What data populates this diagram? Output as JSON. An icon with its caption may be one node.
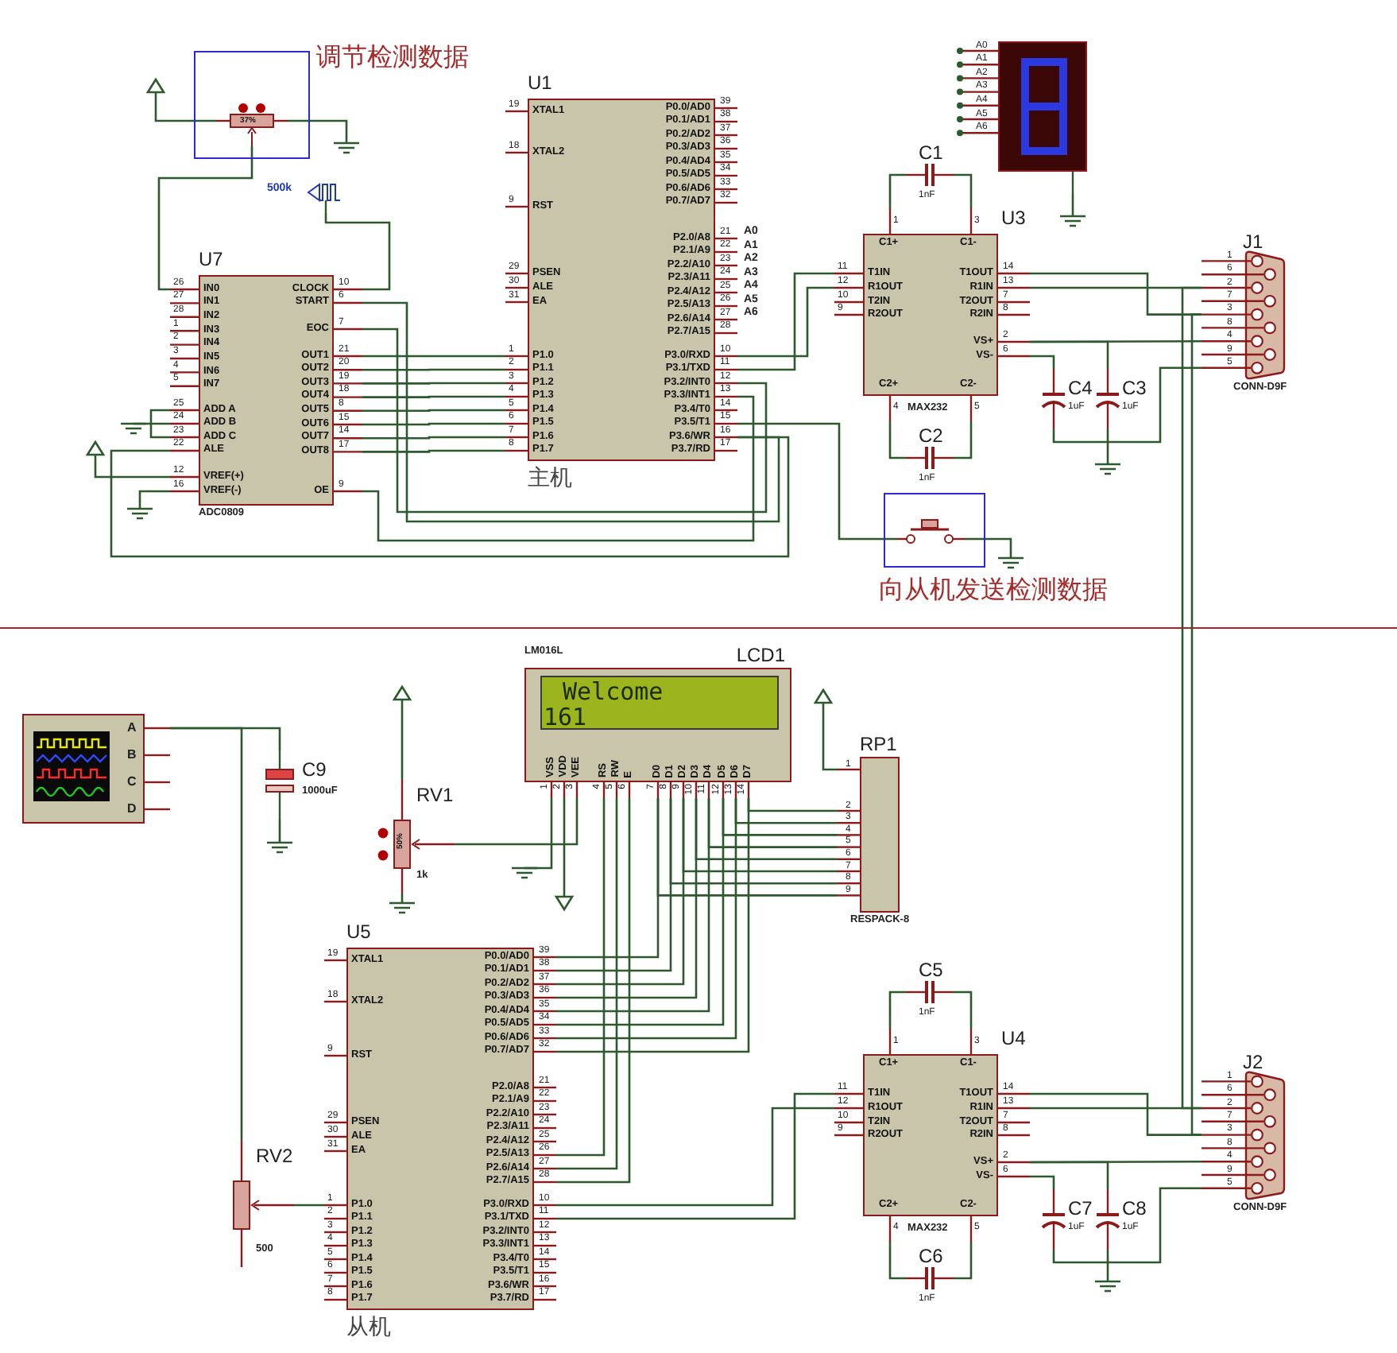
{
  "diagram": {
    "nodes": [
      {
        "text": [
          "调节检测数据"
        ]
      },
      {
        "text": [
          "37%"
        ],
        "in": 0
      },
      {
        "text": [
          "500k"
        ]
      },
      {
        "text": [
          "U7",
          "IN0",
          "IN1",
          "IN2",
          "IN3",
          "IN4",
          "IN5",
          "IN6",
          "IN7",
          "ADD A",
          "ADD B",
          "ADD C",
          "ALE",
          "VREF(+)",
          "VREF(-)",
          "CLOCK",
          "START",
          "EOC",
          "OUT1",
          "OUT2",
          "OUT3",
          "OUT4",
          "OUT5",
          "OUT6",
          "OUT7",
          "OUT8",
          "OE",
          "ADC0809",
          "26",
          "27",
          "28",
          "1",
          "2",
          "3",
          "4",
          "5",
          "25",
          "24",
          "23",
          "22",
          "12",
          "16",
          "10",
          "6",
          "7",
          "21",
          "20",
          "19",
          "18",
          "8",
          "15",
          "14",
          "17",
          "9"
        ]
      },
      {
        "text": [
          "U1",
          "XTAL1",
          "XTAL2",
          "RST",
          "PSEN",
          "ALE",
          "EA",
          "P1.0",
          "P1.1",
          "P1.2",
          "P1.3",
          "P1.4",
          "P1.5",
          "P1.6",
          "P1.7",
          "P0.0/AD0",
          "P0.1/AD1",
          "P0.2/AD2",
          "P0.3/AD3",
          "P0.4/AD4",
          "P0.5/AD5",
          "P0.6/AD6",
          "P0.7/AD7",
          "P2.0/A8",
          "P2.1/A9",
          "P2.2/A10",
          "P2.3/A11",
          "P2.4/A12",
          "P2.5/A13",
          "P2.6/A14",
          "P2.7/A15",
          "P3.0/RXD",
          "P3.1/TXD",
          "P3.2/INT0",
          "P3.3/INT1",
          "P3.4/T0",
          "P3.5/T1",
          "P3.6/WR",
          "P3.7/RD",
          "主机",
          "19",
          "18",
          "9",
          "29",
          "30",
          "31",
          "1",
          "2",
          "3",
          "4",
          "5",
          "6",
          "7",
          "8",
          "39",
          "38",
          "37",
          "36",
          "35",
          "34",
          "33",
          "32",
          "21",
          "22",
          "23",
          "24",
          "25",
          "26",
          "27",
          "28",
          "10",
          "11",
          "12",
          "13",
          "14",
          "15",
          "16",
          "17"
        ]
      },
      {
        "text": [
          "A0",
          "A1",
          "A2",
          "A3",
          "A4",
          "A5",
          "A6"
        ]
      },
      {
        "text": [
          "U3",
          "C1+",
          "C1-",
          "T1IN",
          "R1OUT",
          "T2IN",
          "R2OUT",
          "T1OUT",
          "R1IN",
          "T2OUT",
          "R2IN",
          "VS+",
          "VS-",
          "C2+",
          "C2-",
          "MAX232",
          "1",
          "3",
          "11",
          "12",
          "10",
          "9",
          "14",
          "13",
          "7",
          "8",
          "2",
          "6",
          "4",
          "5"
        ]
      },
      {
        "text": [
          "C1",
          "1nF"
        ]
      },
      {
        "text": [
          "C2",
          "1nF"
        ]
      },
      {
        "text": [
          "C4",
          "1uF"
        ]
      },
      {
        "text": [
          "C3",
          "1uF"
        ]
      },
      {
        "text": [
          "J1",
          "CONN-D9F",
          "1",
          "6",
          "2",
          "7",
          "3",
          "8",
          "4",
          "9",
          "5"
        ]
      },
      {
        "text": [
          "向从机发送检测数据"
        ]
      },
      {
        "text": [],
        "shape": "switch",
        "in": 12
      },
      {
        "text": [
          "A",
          "B",
          "C",
          "D"
        ]
      },
      {
        "text": [
          "C9",
          "1000uF"
        ]
      },
      {
        "text": [
          "RV1",
          "50%",
          "1k"
        ]
      },
      {
        "text": [
          "LCD1",
          "Welcome",
          "161",
          "VSS",
          "VDD",
          "VEE",
          "RS",
          "RW",
          "E",
          "D0",
          "D1",
          "D2",
          "D3",
          "D4",
          "D5",
          "D6",
          "D7",
          "LM016L",
          "1",
          "2",
          "3",
          "4",
          "5",
          "6",
          "7",
          "8",
          "9",
          "10",
          "11",
          "12",
          "13",
          "14"
        ]
      },
      {
        "text": [
          "RP1",
          "RESPACK-8",
          "1",
          "2",
          "3",
          "4",
          "5",
          "6",
          "7",
          "8",
          "9"
        ]
      },
      {
        "text": [
          "U5",
          "XTAL1",
          "XTAL2",
          "RST",
          "PSEN",
          "ALE",
          "EA",
          "P1.0",
          "P1.1",
          "P1.2",
          "P1.3",
          "P1.4",
          "P1.5",
          "P1.6",
          "P1.7",
          "P0.0/AD0",
          "P0.1/AD1",
          "P0.2/AD2",
          "P0.3/AD3",
          "P0.4/AD4",
          "P0.5/AD5",
          "P0.6/AD6",
          "P0.7/AD7",
          "P2.0/A8",
          "P2.1/A9",
          "P2.2/A10",
          "P2.3/A11",
          "P2.4/A12",
          "P2.5/A13",
          "P2.6/A14",
          "P2.7/A15",
          "P3.0/RXD",
          "P3.1/TXD",
          "P3.2/INT0",
          "P3.3/INT1",
          "P3.4/T0",
          "P3.5/T1",
          "P3.6/WR",
          "P3.7/RD",
          "从机",
          "19",
          "18",
          "9",
          "29",
          "30",
          "31",
          "1",
          "2",
          "3",
          "4",
          "5",
          "6",
          "7",
          "8",
          "39",
          "38",
          "37",
          "36",
          "35",
          "34",
          "33",
          "32",
          "21",
          "22",
          "23",
          "24",
          "25",
          "26",
          "27",
          "28",
          "10",
          "11",
          "12",
          "13",
          "14",
          "15",
          "16",
          "17"
        ]
      },
      {
        "text": [
          "RV2",
          "500"
        ]
      },
      {
        "text": [
          "U4",
          "C1+",
          "C1-",
          "T1IN",
          "R1OUT",
          "T2IN",
          "R2OUT",
          "T1OUT",
          "R1IN",
          "T2OUT",
          "R2IN",
          "VS+",
          "VS-",
          "C2+",
          "C2-",
          "MAX232",
          "1",
          "3",
          "11",
          "12",
          "10",
          "9",
          "14",
          "13",
          "7",
          "8",
          "2",
          "6",
          "4",
          "5"
        ]
      },
      {
        "text": [
          "C5",
          "1nF"
        ]
      },
      {
        "text": [
          "C6",
          "1nF"
        ]
      },
      {
        "text": [
          "C7",
          "1uF"
        ]
      },
      {
        "text": [
          "C8",
          "1uF"
        ]
      },
      {
        "text": [
          "J2",
          "CONN-D9F",
          "1",
          "6",
          "2",
          "7",
          "3",
          "8",
          "4",
          "9",
          "5"
        ]
      }
    ],
    "edges": [
      {
        "from": 1,
        "to": 3,
        "arrow": "none"
      },
      {
        "from": 1,
        "to": null,
        "arrow": "none"
      },
      {
        "from": 1,
        "to": null,
        "arrow": "none"
      },
      {
        "from": 2,
        "to": 3,
        "arrow": "none"
      },
      {
        "from": 3,
        "to": 4,
        "arrow": "none"
      },
      {
        "from": 3,
        "to": 4,
        "arrow": "none"
      },
      {
        "from": 3,
        "to": 4,
        "arrow": "none"
      },
      {
        "from": 3,
        "to": 4,
        "arrow": "none"
      },
      {
        "from": 3,
        "to": 4,
        "arrow": "none"
      },
      {
        "from": 3,
        "to": 4,
        "arrow": "none"
      },
      {
        "from": 3,
        "to": 4,
        "arrow": "none"
      },
      {
        "from": 3,
        "to": 4,
        "arrow": "none"
      },
      {
        "from": 3,
        "to": 4,
        "arrow": "none"
      },
      {
        "from": 3,
        "to": 4,
        "arrow": "none"
      },
      {
        "from": 3,
        "to": 4,
        "arrow": "none"
      },
      {
        "from": 3,
        "to": 4,
        "arrow": "none"
      },
      {
        "from": 3,
        "to": null,
        "arrow": "none"
      },
      {
        "from": 3,
        "to": null,
        "arrow": "none"
      },
      {
        "from": 3,
        "to": null,
        "arrow": "none"
      },
      {
        "from": 3,
        "to": null,
        "arrow": "none"
      },
      {
        "from": 3,
        "to": null,
        "arrow": "none"
      },
      {
        "from": 5,
        "to": null,
        "arrow": "none"
      },
      {
        "from": 4,
        "to": 6,
        "arrow": "none"
      },
      {
        "from": 4,
        "to": 6,
        "arrow": "none"
      },
      {
        "from": 4,
        "to": 13,
        "arrow": "none"
      },
      {
        "from": 13,
        "to": null,
        "arrow": "none"
      },
      {
        "from": 6,
        "to": 7,
        "arrow": "none"
      },
      {
        "from": 7,
        "to": 6,
        "arrow": "none"
      },
      {
        "from": 6,
        "to": 8,
        "arrow": "none"
      },
      {
        "from": 8,
        "to": 6,
        "arrow": "none"
      },
      {
        "from": 6,
        "to": 11,
        "arrow": "none"
      },
      {
        "from": 6,
        "to": 11,
        "arrow": "none"
      },
      {
        "from": 6,
        "to": 11,
        "arrow": "none"
      },
      {
        "from": 6,
        "to": 9,
        "arrow": "none"
      },
      {
        "from": 10,
        "to": 6,
        "arrow": "none"
      },
      {
        "from": 9,
        "to": 11,
        "arrow": "none"
      },
      {
        "from": 10,
        "to": null,
        "arrow": "none"
      },
      {
        "from": 11,
        "to": 26,
        "arrow": "none"
      },
      {
        "from": 11,
        "to": 26,
        "arrow": "none"
      },
      {
        "from": 14,
        "to": 20,
        "arrow": "none"
      },
      {
        "from": 14,
        "to": 15,
        "arrow": "none"
      },
      {
        "from": 15,
        "to": null,
        "arrow": "none"
      },
      {
        "from": 20,
        "to": 19,
        "arrow": "none"
      },
      {
        "from": 16,
        "to": null,
        "arrow": "none"
      },
      {
        "from": 16,
        "to": null,
        "arrow": "none"
      },
      {
        "from": 16,
        "to": 17,
        "arrow": "none"
      },
      {
        "from": 17,
        "to": null,
        "arrow": "none"
      },
      {
        "from": 17,
        "to": null,
        "arrow": "none"
      },
      {
        "from": 17,
        "to": 19,
        "arrow": "none"
      },
      {
        "from": 17,
        "to": 19,
        "arrow": "none"
      },
      {
        "from": 17,
        "to": 19,
        "arrow": "none"
      },
      {
        "from": 17,
        "to": 19,
        "arrow": "none"
      },
      {
        "from": 17,
        "to": 19,
        "arrow": "none"
      },
      {
        "from": 17,
        "to": 19,
        "arrow": "none"
      },
      {
        "from": 17,
        "to": 19,
        "arrow": "none"
      },
      {
        "from": 17,
        "to": 19,
        "arrow": "none"
      },
      {
        "from": 17,
        "to": 19,
        "arrow": "none"
      },
      {
        "from": 17,
        "to": 19,
        "arrow": "none"
      },
      {
        "from": 17,
        "to": 19,
        "arrow": "none"
      },
      {
        "from": 18,
        "to": 17,
        "arrow": "none"
      },
      {
        "from": 18,
        "to": 17,
        "arrow": "none"
      },
      {
        "from": 18,
        "to": 17,
        "arrow": "none"
      },
      {
        "from": 18,
        "to": 17,
        "arrow": "none"
      },
      {
        "from": 18,
        "to": 17,
        "arrow": "none"
      },
      {
        "from": 18,
        "to": 17,
        "arrow": "none"
      },
      {
        "from": 18,
        "to": 17,
        "arrow": "none"
      },
      {
        "from": 18,
        "to": 17,
        "arrow": "none"
      },
      {
        "from": 18,
        "to": null,
        "arrow": "none"
      },
      {
        "from": 19,
        "to": 21,
        "arrow": "none"
      },
      {
        "from": 19,
        "to": 21,
        "arrow": "none"
      },
      {
        "from": 21,
        "to": 22,
        "arrow": "none"
      },
      {
        "from": 22,
        "to": 21,
        "arrow": "none"
      },
      {
        "from": 21,
        "to": 23,
        "arrow": "none"
      },
      {
        "from": 23,
        "to": 21,
        "arrow": "none"
      },
      {
        "from": 21,
        "to": 26,
        "arrow": "none"
      },
      {
        "from": 21,
        "to": 26,
        "arrow": "none"
      },
      {
        "from": 21,
        "to": 26,
        "arrow": "none"
      },
      {
        "from": 21,
        "to": 24,
        "arrow": "none"
      },
      {
        "from": 25,
        "to": 21,
        "arrow": "none"
      },
      {
        "from": 24,
        "to": 26,
        "arrow": "none"
      },
      {
        "from": 25,
        "to": null,
        "arrow": "none"
      }
    ],
    "labels": [
      "A0",
      "A1",
      "A2",
      "A3",
      "A4",
      "A5",
      "A6"
    ]
  }
}
